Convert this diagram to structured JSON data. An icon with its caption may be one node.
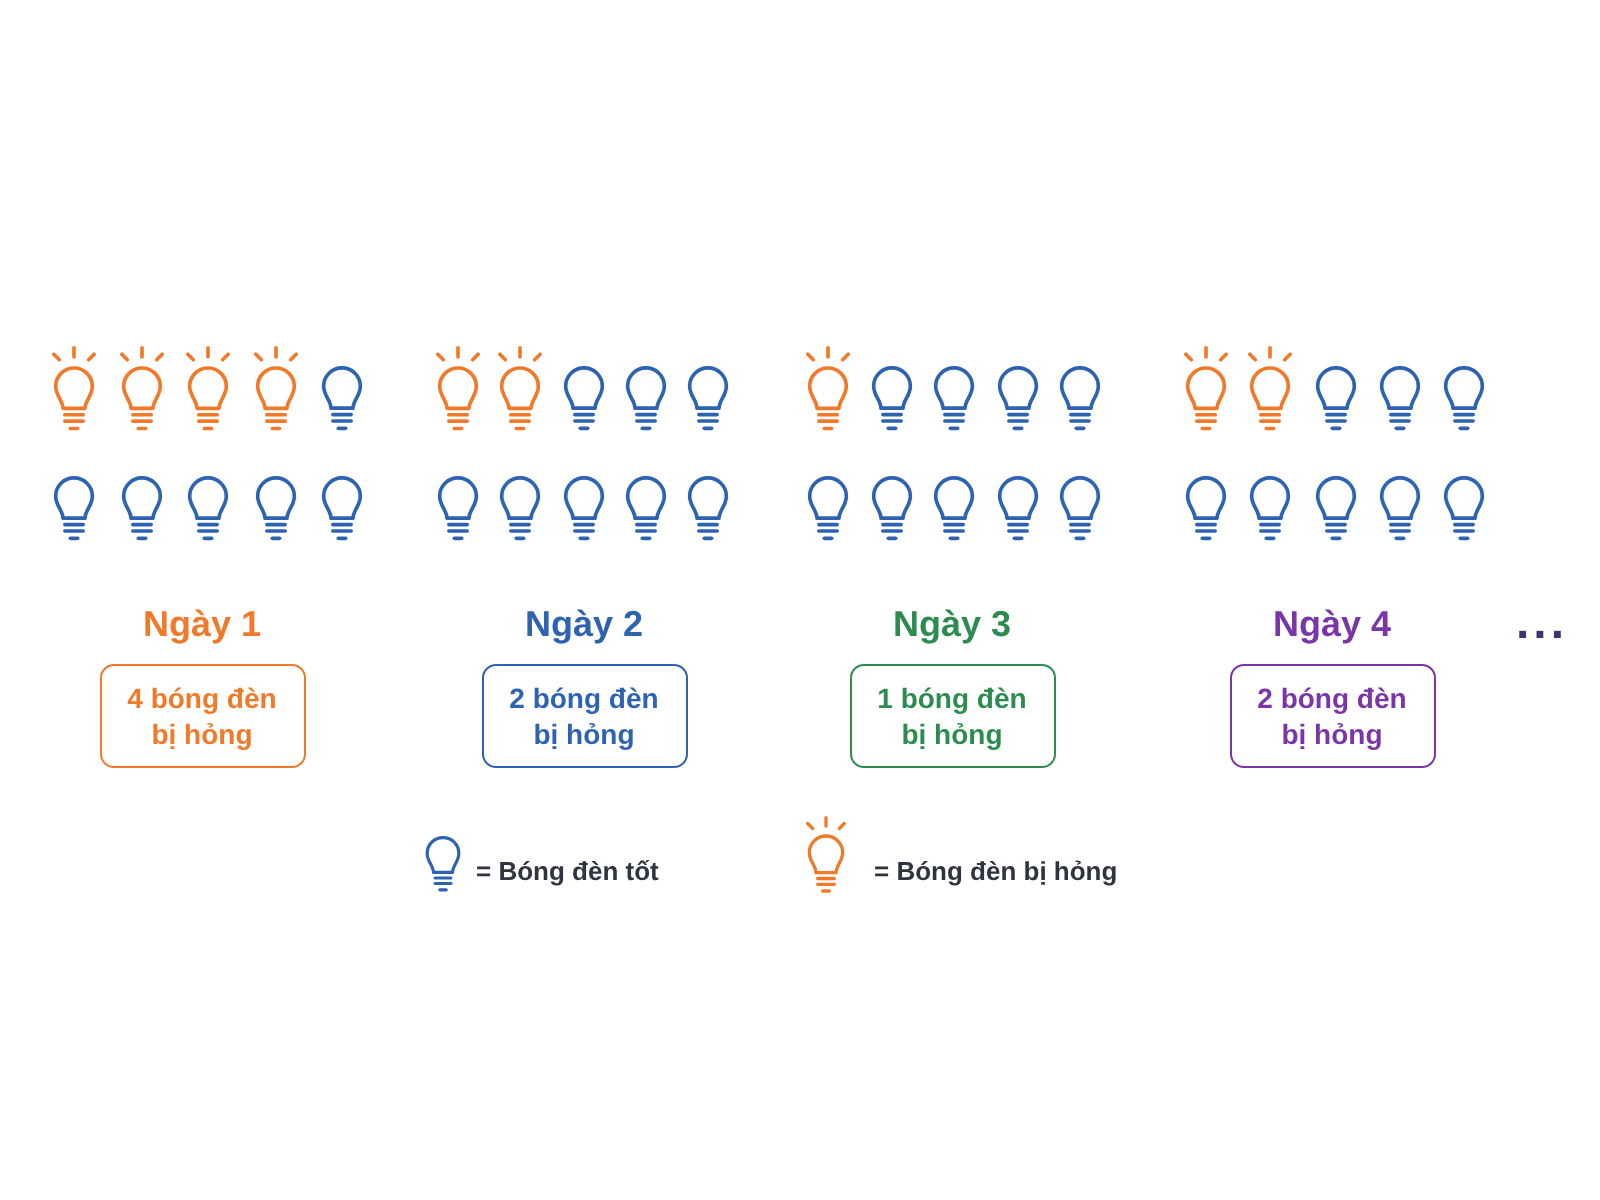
{
  "diagram": {
    "nodes": [
      {
        "text": [
          "Ngày 1",
          "4 bóng đèn bị hỏng"
        ]
      },
      {
        "text": [
          "Ngày 2",
          "2 bóng đèn bị hỏng"
        ]
      },
      {
        "text": [
          "Ngày 3",
          "1 bóng đèn bị hỏng"
        ]
      },
      {
        "text": [
          "Ngày 4",
          "2 bóng đèn bị hỏng"
        ]
      }
    ],
    "labels": [
      "..."
    ],
    "legend": [
      {
        "text": "= Bóng đèn tốt"
      },
      {
        "text": "= Bóng đèn bị hỏng"
      }
    ]
  }
}
